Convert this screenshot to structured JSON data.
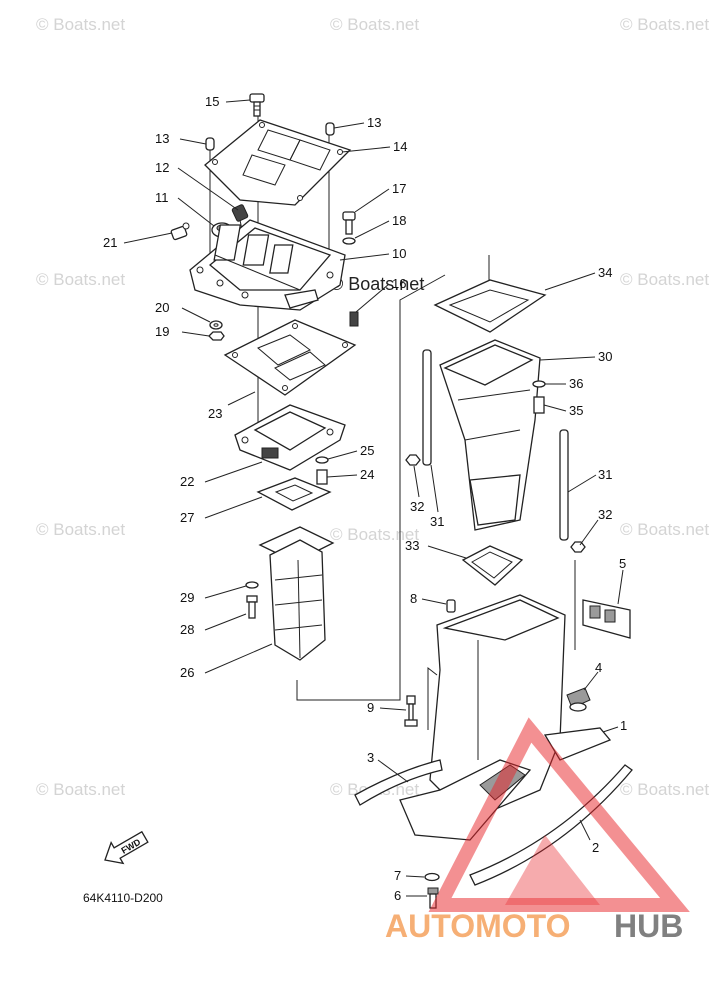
{
  "watermarks": [
    "© Boats.net",
    "© Boats.net",
    "© Boats.net",
    "© Boats.net",
    "© Boats.net",
    "© Boats.net",
    "© Boats.net",
    "© Boats.net",
    "© Boats.net",
    "© Boats.net",
    "© Boats.net",
    "© Boats.net"
  ],
  "callouts": [
    {
      "id": "c15",
      "label": "15"
    },
    {
      "id": "c13a",
      "label": "13"
    },
    {
      "id": "c13b",
      "label": "13"
    },
    {
      "id": "c14",
      "label": "14"
    },
    {
      "id": "c12",
      "label": "12"
    },
    {
      "id": "c11",
      "label": "11"
    },
    {
      "id": "c17",
      "label": "17"
    },
    {
      "id": "c18",
      "label": "18"
    },
    {
      "id": "c21",
      "label": "21"
    },
    {
      "id": "c10",
      "label": "10"
    },
    {
      "id": "c16",
      "label": "16"
    },
    {
      "id": "c34",
      "label": "34"
    },
    {
      "id": "c20",
      "label": "20"
    },
    {
      "id": "c19",
      "label": "19"
    },
    {
      "id": "c30",
      "label": "30"
    },
    {
      "id": "c36",
      "label": "36"
    },
    {
      "id": "c35",
      "label": "35"
    },
    {
      "id": "c23",
      "label": "23"
    },
    {
      "id": "c25",
      "label": "25"
    },
    {
      "id": "c24",
      "label": "24"
    },
    {
      "id": "c22",
      "label": "22"
    },
    {
      "id": "c31a",
      "label": "31"
    },
    {
      "id": "c32a",
      "label": "32"
    },
    {
      "id": "c31b",
      "label": "31"
    },
    {
      "id": "c27",
      "label": "27"
    },
    {
      "id": "c32b",
      "label": "32"
    },
    {
      "id": "c33",
      "label": "33"
    },
    {
      "id": "c5",
      "label": "5"
    },
    {
      "id": "c29",
      "label": "29"
    },
    {
      "id": "c8",
      "label": "8"
    },
    {
      "id": "c28",
      "label": "28"
    },
    {
      "id": "c26",
      "label": "26"
    },
    {
      "id": "c4",
      "label": "4"
    },
    {
      "id": "c9",
      "label": "9"
    },
    {
      "id": "c1",
      "label": "1"
    },
    {
      "id": "c3",
      "label": "3"
    },
    {
      "id": "c2",
      "label": "2"
    },
    {
      "id": "c7",
      "label": "7"
    },
    {
      "id": "c6",
      "label": "6"
    }
  ],
  "fwd_label": "FWD",
  "diagram_code": "64K4110-D200",
  "logo": {
    "text_auto": "AUTOMOTO",
    "text_hub": "HUB",
    "color_orange": "#f5a25d",
    "color_gray": "#6b6b6b",
    "color_red": "#e8242a"
  },
  "colors": {
    "watermark": "#d4d4d4",
    "line": "#222222"
  }
}
